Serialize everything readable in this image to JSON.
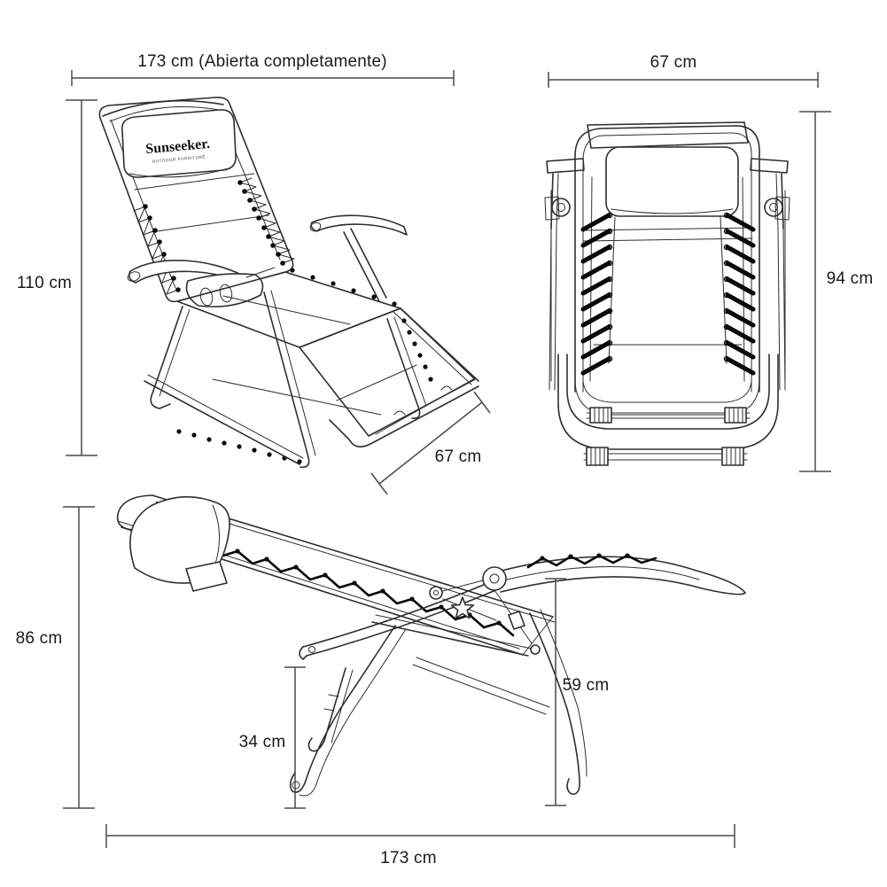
{
  "title": "Sunseeker zero-gravity chair dimension diagram",
  "brand": {
    "logo": "Sunseeker.",
    "tagline": "OUTDOOR FURNITURE"
  },
  "views": {
    "open": {
      "label_width": "173 cm (Abierta completamente)",
      "label_height": "110 cm",
      "label_depth": "67 cm"
    },
    "folded": {
      "label_width": "67 cm",
      "label_height": "94 cm"
    },
    "reclined": {
      "label_height": "86 cm",
      "label_seat_height": "34 cm",
      "label_footrest_height": "59 cm",
      "label_length": "173 cm"
    }
  },
  "colors": {
    "background": "#ffffff",
    "line": "#2f2f2f",
    "dimension": "#4a4a4a",
    "lace": "#0a0a0a",
    "text": "#1a1a1a"
  }
}
